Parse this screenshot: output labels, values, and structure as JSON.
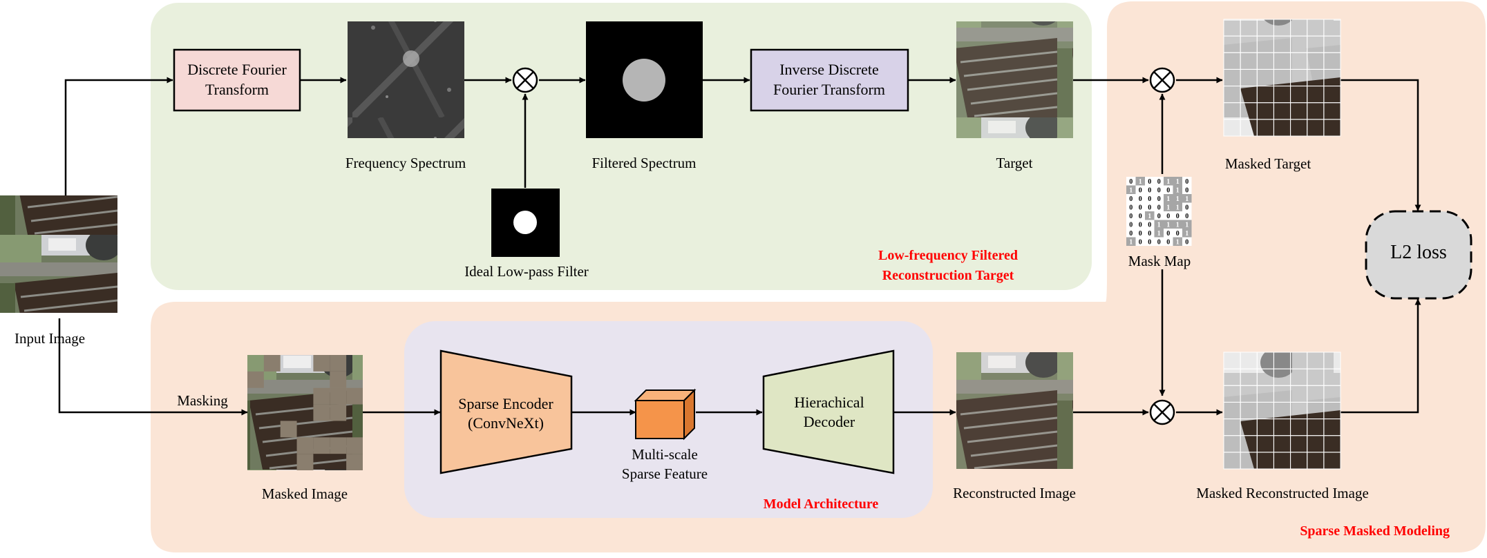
{
  "labels": {
    "input_image": "Input  Image",
    "dft_line1": "Discrete Fourier",
    "dft_line2": "Transform",
    "frequency_spectrum": "Frequency Spectrum",
    "ideal_lowpass": "Ideal Low-pass Filter",
    "filtered_spectrum": "Filtered Spectrum",
    "idft_line1": "Inverse Discrete",
    "idft_line2": "Fourier Transform",
    "target": "Target",
    "masked_target": "Masked Target",
    "mask_map": "Mask  Map",
    "l2_loss": "L2 loss",
    "masking": "Masking",
    "masked_image": "Masked Image",
    "encoder_line1": "Sparse Encoder",
    "encoder_line2": "(ConvNeXt)",
    "feature_line1": "Multi-scale",
    "feature_line2": "Sparse Feature",
    "decoder_line1": "Hierachical",
    "decoder_line2": "Decoder",
    "reconstructed_image": "Reconstructed Image",
    "masked_reconstructed_image": "Masked Reconstructed Image"
  },
  "regions": {
    "top_line1": "Low-frequency Filtered",
    "top_line2": "Reconstruction Target",
    "model": "Model Architecture",
    "bottom": "Sparse Masked Modeling"
  },
  "mask_map": [
    "0100110",
    "1000010",
    "0000111",
    "0000110",
    "0010000",
    "0001111",
    "0001001",
    "1000010"
  ],
  "colors": {
    "top_region": "#e9f0dd",
    "bottom_region": "#fbe5d6",
    "model_region": "#e8e4ef",
    "dft_box": "#f6d9d6",
    "idft_box": "#d8d2e8",
    "encoder": "#f8c49b",
    "decoder": "#dfe6c4",
    "feature_cube": "#f5944a",
    "loss": "#d9d9d9",
    "region_label": "#ff0000"
  }
}
